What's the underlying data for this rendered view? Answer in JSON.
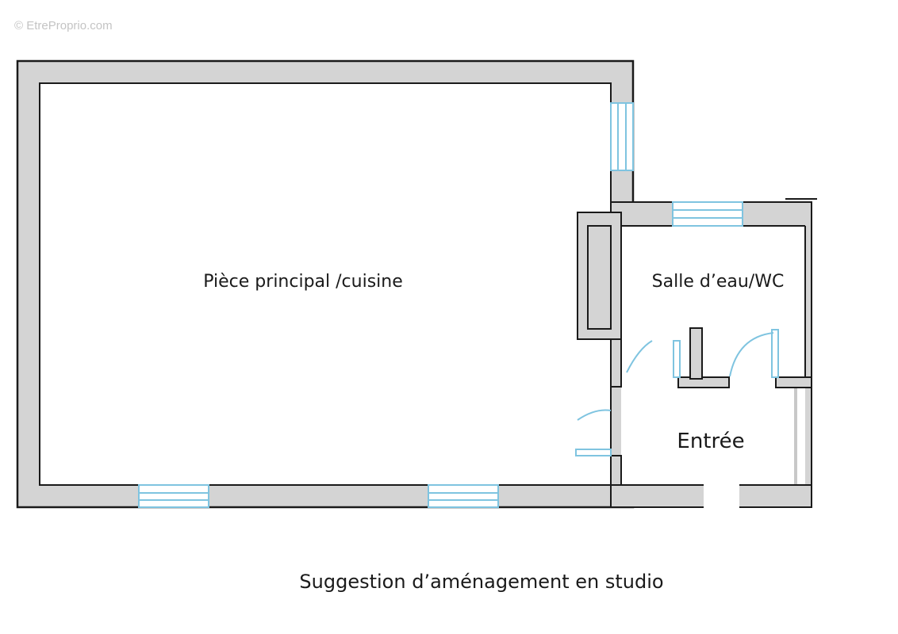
{
  "watermark": "© EtreProprio.com",
  "rooms": {
    "main": "Pièce principal /cuisine",
    "bathroom": "Salle d’eau/WC",
    "entrance": "Entrée"
  },
  "caption": "Suggestion d’aménagement en studio",
  "colors": {
    "wall_fill": "#d4d4d4",
    "wall_line": "#1a1a1a",
    "window": "#7fc4e0",
    "background": "#ffffff"
  }
}
